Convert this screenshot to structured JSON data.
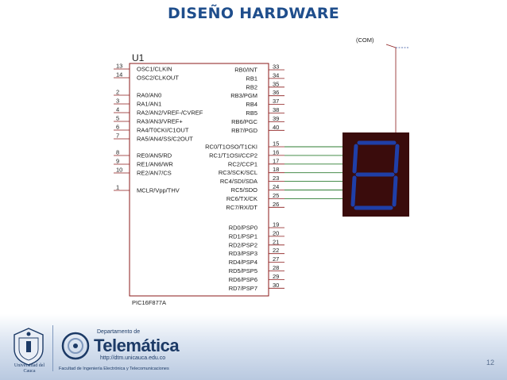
{
  "slide": {
    "title": "DISEÑO HARDWARE",
    "page_number": "12"
  },
  "schematic": {
    "chip_ref": "U1",
    "chip_model": "PIC16F877A",
    "com_label": "(COM)",
    "left_pins": [
      {
        "num": "13",
        "label": "OSC1/CLKIN"
      },
      {
        "num": "14",
        "label": "OSC2/CLKOUT"
      },
      {
        "num": "2",
        "label": "RA0/AN0"
      },
      {
        "num": "3",
        "label": "RA1/AN1"
      },
      {
        "num": "4",
        "label": "RA2/AN2/VREF-/CVREF"
      },
      {
        "num": "5",
        "label": "RA3/AN3/VREF+"
      },
      {
        "num": "6",
        "label": "RA4/T0CKI/C1OUT"
      },
      {
        "num": "7",
        "label": "RA5/AN4/SS/C2OUT"
      },
      {
        "num": "8",
        "label": "RE0/AN5/RD"
      },
      {
        "num": "9",
        "label": "RE1/AN6/WR"
      },
      {
        "num": "10",
        "label": "RE2/AN7/CS"
      },
      {
        "num": "1",
        "label": "MCLR/Vpp/THV"
      }
    ],
    "right_pins": [
      {
        "num": "33",
        "label": "RB0/INT"
      },
      {
        "num": "34",
        "label": "RB1"
      },
      {
        "num": "35",
        "label": "RB2"
      },
      {
        "num": "36",
        "label": "RB3/PGM"
      },
      {
        "num": "37",
        "label": "RB4"
      },
      {
        "num": "38",
        "label": "RB5"
      },
      {
        "num": "39",
        "label": "RB6/PGC"
      },
      {
        "num": "40",
        "label": "RB7/PGD"
      },
      {
        "num": "15",
        "label": "RC0/T1OSO/T1CKI"
      },
      {
        "num": "16",
        "label": "RC1/T1OSI/CCP2"
      },
      {
        "num": "17",
        "label": "RC2/CCP1"
      },
      {
        "num": "18",
        "label": "RC3/SCK/SCL"
      },
      {
        "num": "23",
        "label": "RC4/SDI/SDA"
      },
      {
        "num": "24",
        "label": "RC5/SDO"
      },
      {
        "num": "25",
        "label": "RC6/TX/CK"
      },
      {
        "num": "26",
        "label": "RC7/RX/DT"
      },
      {
        "num": "19",
        "label": "RD0/PSP0"
      },
      {
        "num": "20",
        "label": "RD1/PSP1"
      },
      {
        "num": "21",
        "label": "RD2/PSP2"
      },
      {
        "num": "22",
        "label": "RD3/PSP3"
      },
      {
        "num": "27",
        "label": "RD4/PSP4"
      },
      {
        "num": "28",
        "label": "RD5/PSP5"
      },
      {
        "num": "29",
        "label": "RD6/PSP6"
      },
      {
        "num": "30",
        "label": "RD7/PSP7"
      }
    ],
    "display_digit": "8",
    "colors": {
      "wire": "#2e7d32",
      "pin": "#8b1a1a",
      "display_bg": "#3a0c0c",
      "segment": "#1f3fa8"
    }
  },
  "footer": {
    "university": "Universidad del Cauca",
    "department_prefix": "Departamento de",
    "brand": "Telemática",
    "url": "http://dtm.unicauca.edu.co",
    "faculty": "Facultad de Ingeniería Electrónica y Telecomunicaciones"
  }
}
